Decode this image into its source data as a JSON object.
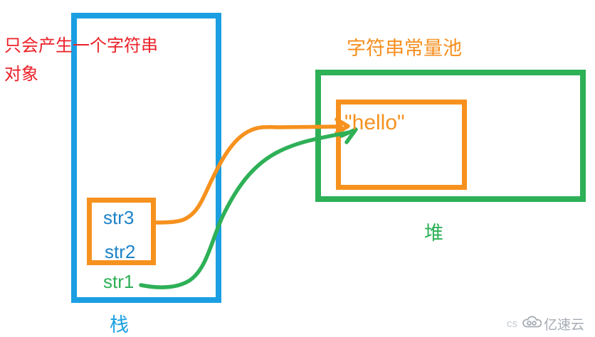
{
  "annotation": {
    "line1": "只会产生一个字符串",
    "line2": "对象"
  },
  "stack": {
    "label": "栈",
    "vars_in_box": [
      "str3",
      "str2"
    ],
    "var_below": "str1"
  },
  "pool": {
    "title": "字符串常量池",
    "value": "\"hello\""
  },
  "heap": {
    "label": "堆"
  },
  "arrows": [
    {
      "name": "str3-to-hello",
      "color": "#F6911E",
      "from": "str3",
      "to": "\"hello\""
    },
    {
      "name": "str1-to-hello",
      "color": "#2EB057",
      "from": "str1",
      "to": "\"hello\""
    }
  ],
  "watermark": {
    "prefix": "cs",
    "brand": "亿速云",
    "icon": "cloud-icon"
  },
  "colors": {
    "stack_border_blue": "#1B9FE2",
    "heap_border_green": "#2EB057",
    "box_orange": "#F6911E",
    "annotation_red": "#EC2028",
    "var_text_blue": "#1C82C8",
    "watermark_gray": "#A6ACB4"
  }
}
